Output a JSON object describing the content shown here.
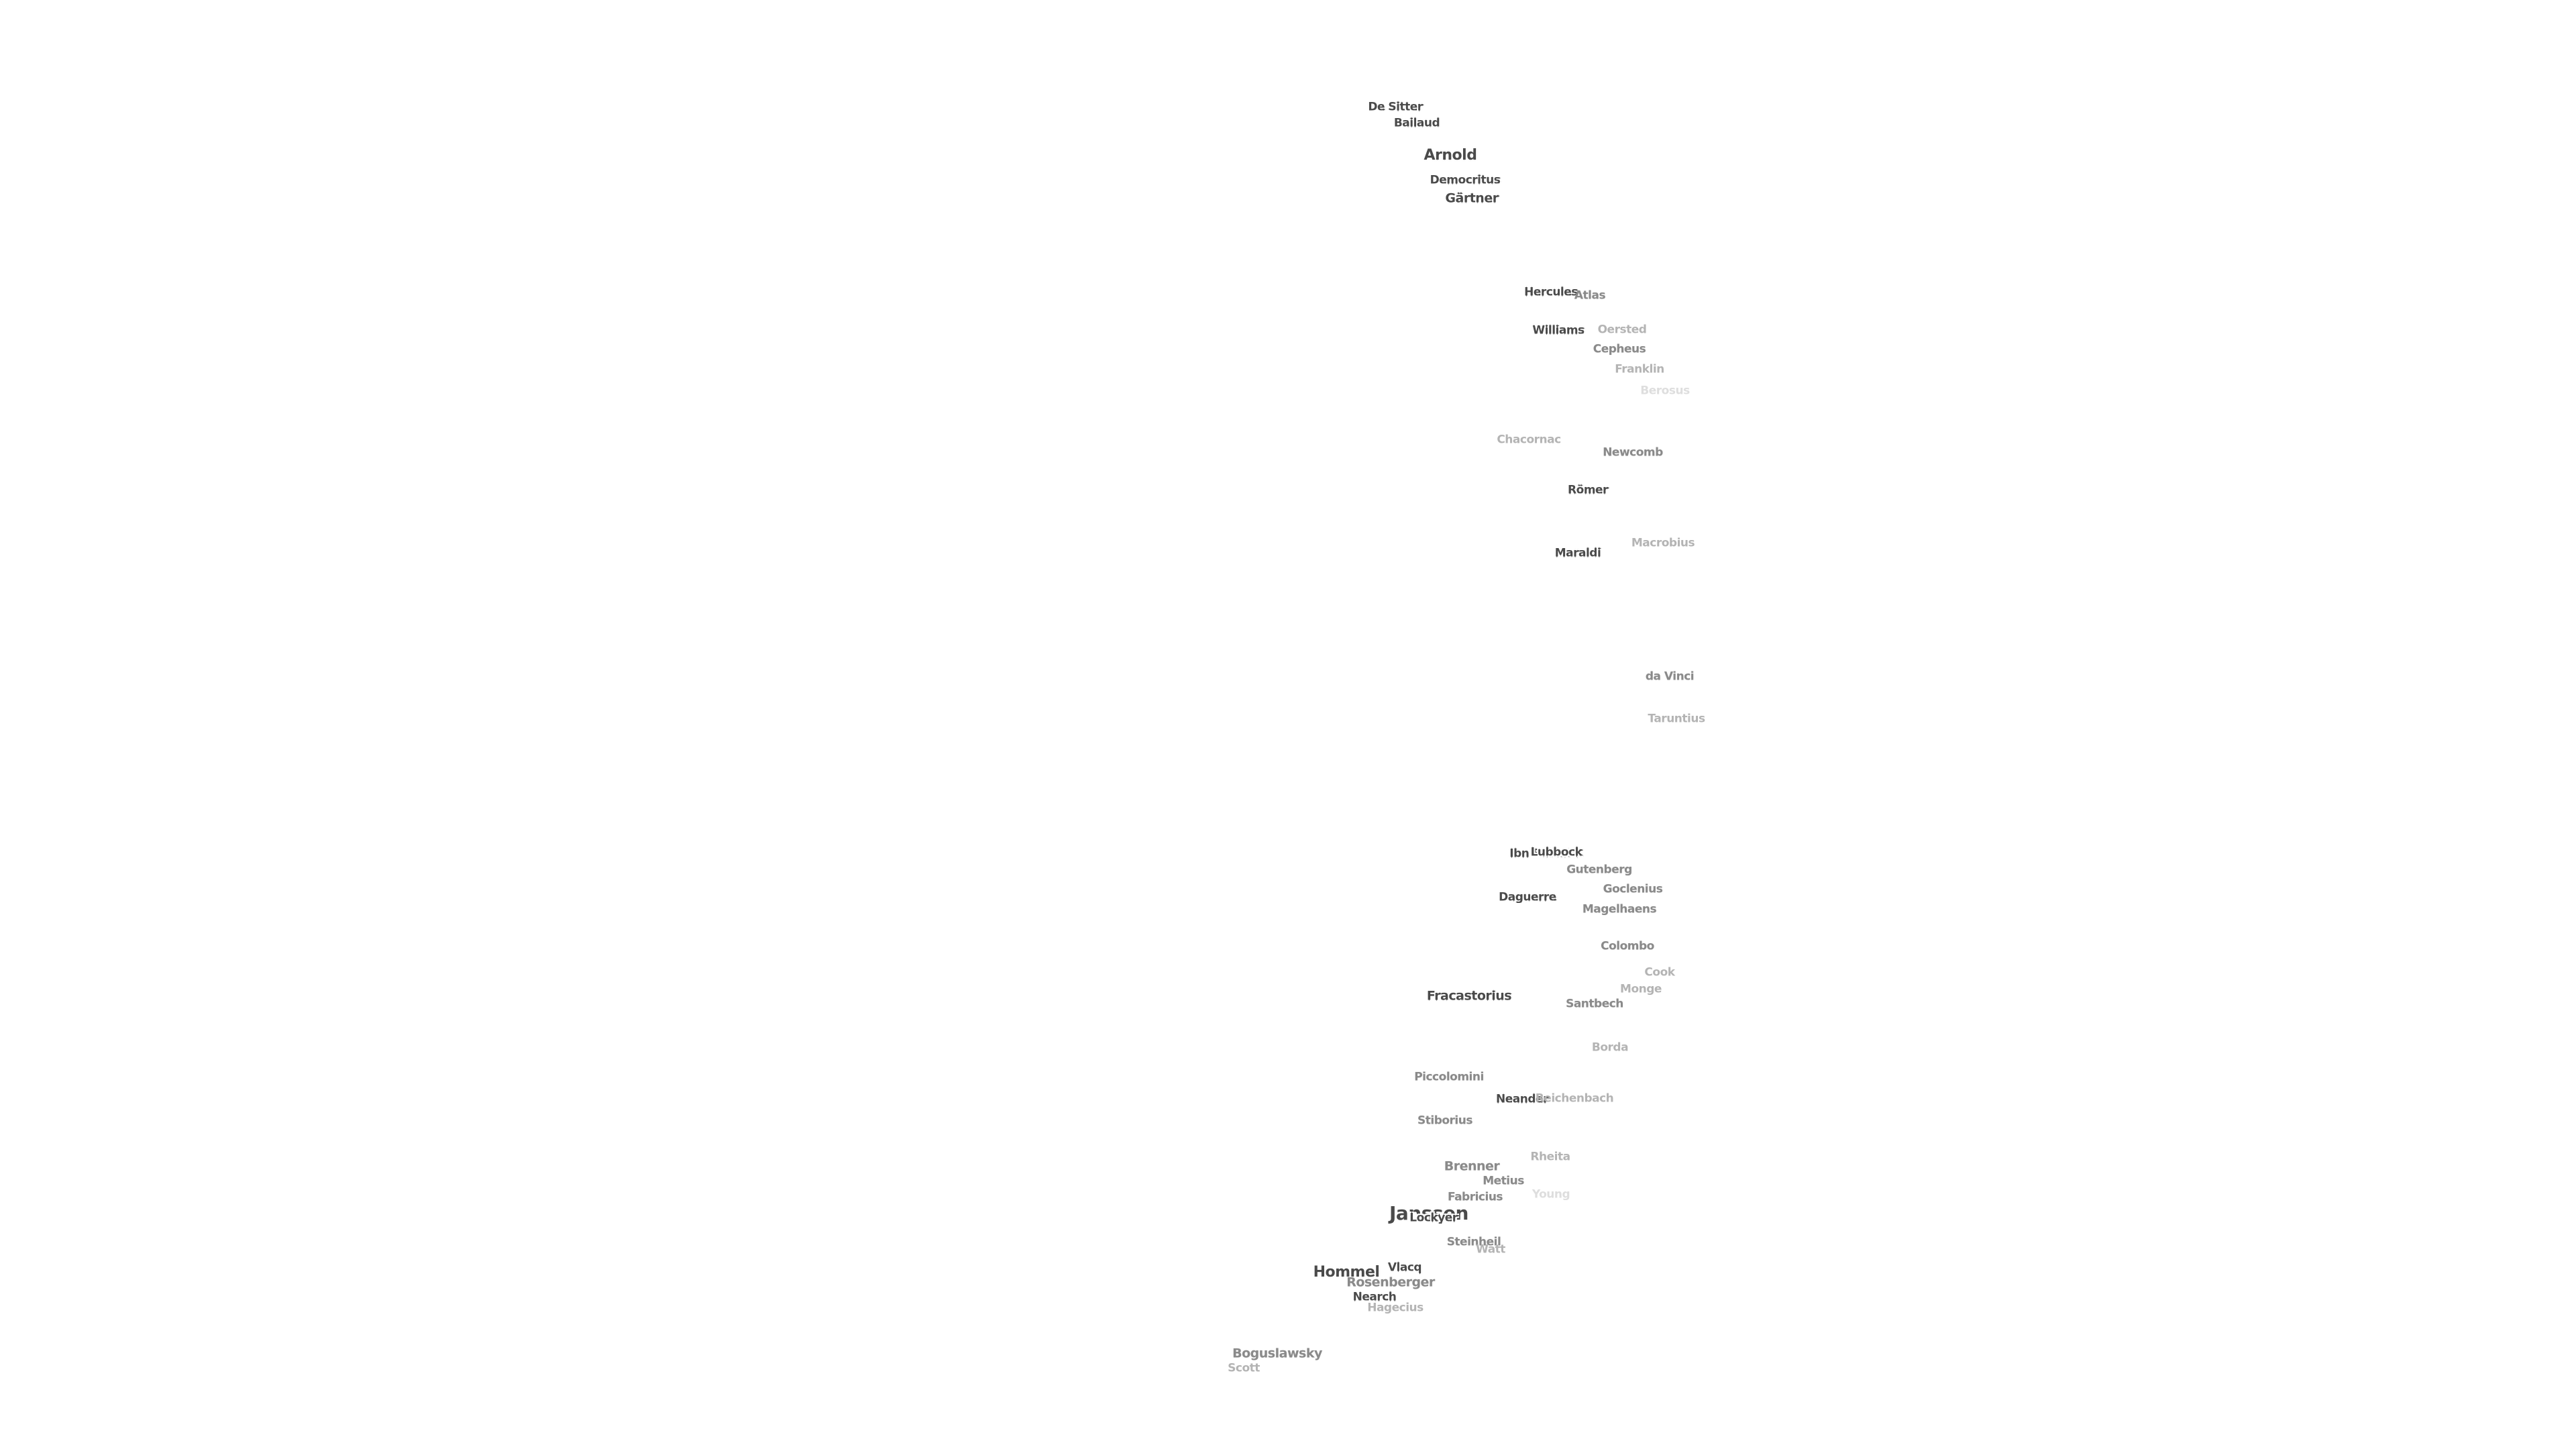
{
  "map": {
    "labels": [
      {
        "name": "De Sitter",
        "tone": "strong"
      },
      {
        "name": "Bailaud",
        "tone": "strong"
      },
      {
        "name": "Arnold",
        "tone": "strong"
      },
      {
        "name": "Democritus",
        "tone": "strong"
      },
      {
        "name": "Gärtner",
        "tone": "strong"
      },
      {
        "name": "Hercules",
        "tone": "strong"
      },
      {
        "name": "Atlas",
        "tone": "mid"
      },
      {
        "name": "Williams",
        "tone": "strong"
      },
      {
        "name": "Oersted",
        "tone": "light"
      },
      {
        "name": "Cepheus",
        "tone": "mid"
      },
      {
        "name": "Franklin",
        "tone": "light"
      },
      {
        "name": "Berosus",
        "tone": "faint"
      },
      {
        "name": "Chacornac",
        "tone": "light"
      },
      {
        "name": "Newcomb",
        "tone": "mid"
      },
      {
        "name": "Römer",
        "tone": "strong"
      },
      {
        "name": "Macrobius",
        "tone": "light"
      },
      {
        "name": "Maraldi",
        "tone": "strong"
      },
      {
        "name": "da Vinci",
        "tone": "mid"
      },
      {
        "name": "Taruntius",
        "tone": "light"
      },
      {
        "name": "Ibn Battuta",
        "tone": "strong"
      },
      {
        "name": "Lubbock",
        "tone": "strong"
      },
      {
        "name": "Gutenberg",
        "tone": "mid"
      },
      {
        "name": "Goclenius",
        "tone": "mid"
      },
      {
        "name": "Daguerre",
        "tone": "strong"
      },
      {
        "name": "Magelhaens",
        "tone": "mid"
      },
      {
        "name": "Colombo",
        "tone": "mid"
      },
      {
        "name": "Cook",
        "tone": "light"
      },
      {
        "name": "Monge",
        "tone": "light"
      },
      {
        "name": "Fracastorius",
        "tone": "strong"
      },
      {
        "name": "Santbech",
        "tone": "mid"
      },
      {
        "name": "Borda",
        "tone": "light"
      },
      {
        "name": "Piccolomini",
        "tone": "mid"
      },
      {
        "name": "Neander",
        "tone": "strong"
      },
      {
        "name": "Reichenbach",
        "tone": "light"
      },
      {
        "name": "Stiborius",
        "tone": "mid"
      },
      {
        "name": "Rheita",
        "tone": "light"
      },
      {
        "name": "Brenner",
        "tone": "mid"
      },
      {
        "name": "Metius",
        "tone": "mid"
      },
      {
        "name": "Fabricius",
        "tone": "mid"
      },
      {
        "name": "Young",
        "tone": "faint"
      },
      {
        "name": "Janssen",
        "tone": "strong"
      },
      {
        "name": "Lockyer",
        "tone": "strong"
      },
      {
        "name": "Steinheil",
        "tone": "mid"
      },
      {
        "name": "Watt",
        "tone": "light"
      },
      {
        "name": "Vlacq",
        "tone": "strong"
      },
      {
        "name": "Hommel",
        "tone": "strong"
      },
      {
        "name": "Rosenberger",
        "tone": "mid"
      },
      {
        "name": "Nearch",
        "tone": "strong"
      },
      {
        "name": "Hagecius",
        "tone": "light"
      },
      {
        "name": "Boguslawsky",
        "tone": "mid"
      },
      {
        "name": "Scott",
        "tone": "light"
      }
    ]
  }
}
